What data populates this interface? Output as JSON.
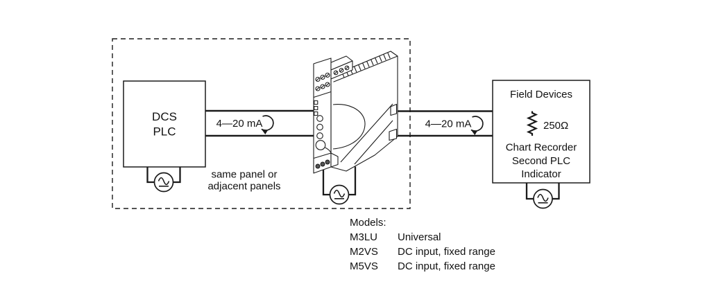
{
  "diagram": {
    "enclosure": {
      "note_line1": "same panel or",
      "note_line2": "adjacent panels"
    },
    "source_box": {
      "line1": "DCS",
      "line2": "PLC"
    },
    "input_loop": {
      "label": "4—20 mA"
    },
    "output_loop": {
      "label": "4—20 mA"
    },
    "field_devices": {
      "title": "Field Devices",
      "resistor_value": "250Ω",
      "device_lines": [
        "Chart Recorder",
        "Second PLC",
        "Indicator"
      ]
    },
    "models": {
      "heading": "Models:",
      "items": [
        {
          "code": "M3LU",
          "description": "Universal"
        },
        {
          "code": "M2VS",
          "description": "DC input, fixed range"
        },
        {
          "code": "M5VS",
          "description": "DC input, fixed range"
        }
      ]
    },
    "icons": {
      "power_source": "ac-dc-power-source-icon",
      "resistor": "resistor-zigzag-icon",
      "loop_arrow": "current-loop-arrow-icon"
    },
    "colors": {
      "line": "#1a1a1a",
      "text": "#111111",
      "background": "#ffffff"
    }
  }
}
